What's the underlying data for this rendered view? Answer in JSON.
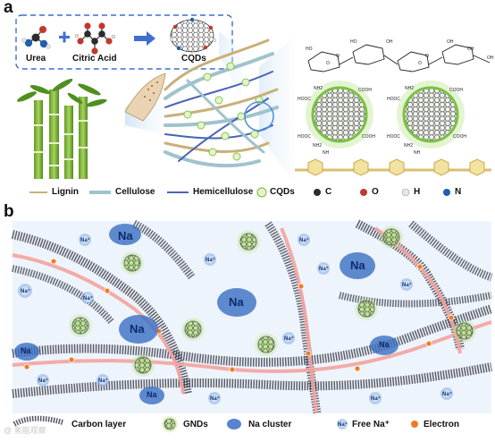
{
  "panel_a": {
    "letter": "a",
    "reagents": {
      "urea": "Urea",
      "citric_acid": "Citric Acid",
      "product": "CQDs"
    },
    "groups": [
      "HO",
      "HO",
      "OH",
      "OH",
      "O",
      "O",
      "NH",
      "NH",
      "COOH",
      "COOH",
      "COOH",
      "COOH",
      "HOOC",
      "HOOC",
      "HOOC",
      "HOOC",
      "NH2",
      "NH2",
      "NH2",
      "NH2",
      "OH",
      "OH",
      "O",
      "O"
    ],
    "legend": {
      "lignin": "Lignin",
      "cellulose": "Cellulose",
      "hemicellulose": "Hemicellulose",
      "cqds": "CQDs",
      "c": "C",
      "o": "O",
      "h": "H",
      "n": "N"
    }
  },
  "panel_b": {
    "letter": "b",
    "na_label": "Na",
    "free_na_label": "Na⁺",
    "legend": {
      "carbon_layer": "Carbon layer",
      "gnds": "GNDs",
      "na_cluster": "Na cluster",
      "free_na": "Free Na⁺",
      "electron": "Electron",
      "na_icon_text": "Na⁺",
      "electron_icon_text": "e"
    }
  },
  "colors": {
    "lignin": "#c8b07a",
    "cellulose": "#9fc3cc",
    "hemicellulose": "#4a63b5",
    "cqd": "#8bc34a",
    "carbon": "#2b2b3a",
    "oxygen": "#c0392b",
    "hydrogen": "#e6e6e6",
    "nitrogen": "#1f5fae",
    "arrow": "#4a90d9",
    "na_cluster": "#3a6fc4",
    "electron": "#f07b25",
    "channel": "#f4a4a0"
  },
  "watermark": "@ 氢能观察"
}
